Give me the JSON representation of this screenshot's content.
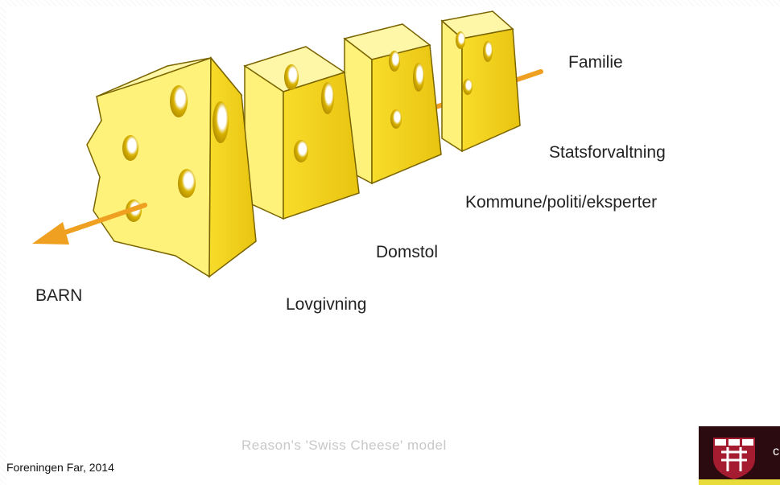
{
  "diagram": {
    "layers": [
      "Familie",
      "Statsforvaltning",
      "Kommune/politi/eksperter",
      "Domstol",
      "Lovgivning"
    ],
    "target": "BARN",
    "caption": "Reason's 'Swiss Cheese' model",
    "source": "Foreningen Far, 2014",
    "colors": {
      "cheese_front": "#fff27a",
      "cheese_side": "#f2d21c",
      "cheese_top": "#fff7a8",
      "hole": "#c9a100",
      "arrow": "#f0a020",
      "logo": "#a51c30"
    },
    "icons": [
      "arrow-icon",
      "cheese-slice-icon",
      "logo-shield-icon"
    ]
  }
}
